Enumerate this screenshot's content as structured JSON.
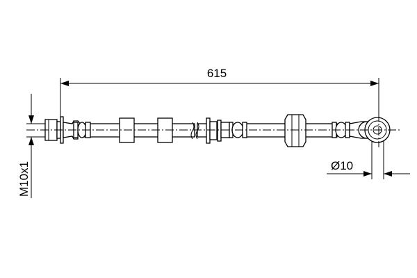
{
  "drawing": {
    "length_dimension": "615",
    "thread_dimension": "M10x1",
    "eye_diameter_dimension": "Ø10",
    "line_color": "#000000",
    "background_color": "#ffffff"
  }
}
